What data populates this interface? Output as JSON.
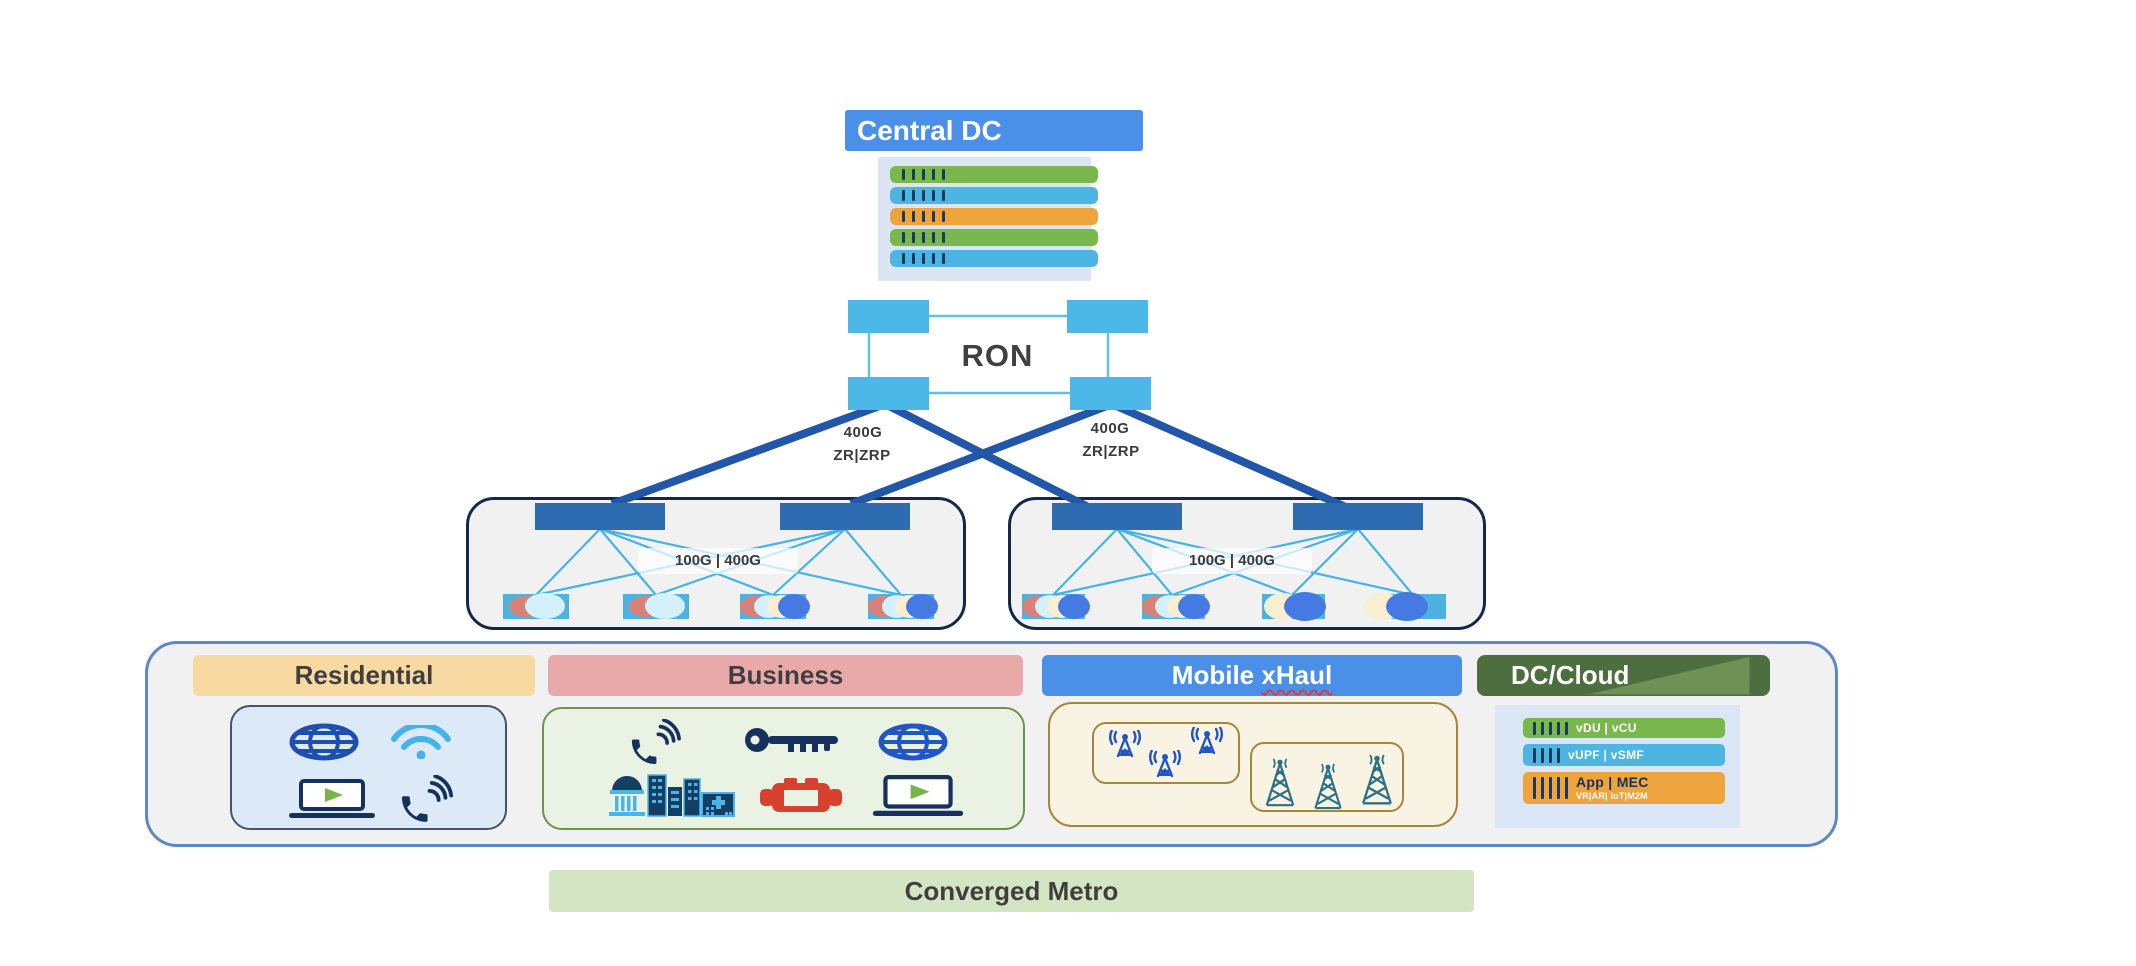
{
  "central_dc": {
    "label": "Central DC"
  },
  "core_server_stack": {
    "row_colors": [
      "green",
      "blue",
      "orange",
      "green",
      "blue"
    ]
  },
  "ron": {
    "label": "RON"
  },
  "dci_links": {
    "left": {
      "speed": "400G",
      "optics": "ZR|ZRP"
    },
    "right": {
      "speed": "400G",
      "optics": "ZR|ZRP"
    }
  },
  "metro_fabrics": {
    "left": {
      "label": "100G | 400G"
    },
    "right": {
      "label": "100G | 400G"
    }
  },
  "segments": {
    "residential": {
      "label": "Residential",
      "icons": [
        "globe-icon",
        "wifi-icon",
        "video-laptop-icon",
        "phone-signal-icon"
      ]
    },
    "business": {
      "label": "Business",
      "icons": [
        "phone-signal-icon",
        "key-icon",
        "globe-icon",
        "city-buildings-icon",
        "connector-icon",
        "video-laptop-icon"
      ]
    },
    "mobile_xhaul": {
      "label": "Mobile xHaul",
      "label_prefix": "Mobile",
      "label_word": "xHaul",
      "icons": [
        "small-cell-antenna-icon",
        "macro-tower-icon"
      ]
    },
    "dc_cloud": {
      "label": "DC/Cloud",
      "bars": [
        {
          "label": "vDU | vCU",
          "color": "green"
        },
        {
          "label": "vUPF | vSMF",
          "color": "blue"
        },
        {
          "label": "App | MEC",
          "sub": "VR|AR| IoT|M2M",
          "color": "orange"
        }
      ]
    }
  },
  "converged_metro": {
    "label": "Converged Metro"
  },
  "colors": {
    "accent_blue": "#4a8fe8",
    "node_light_blue": "#4cb8e8",
    "spine_blue": "#2e6cb2",
    "thick_link_blue": "#2156a8",
    "thin_link_blue": "#5ec1ea",
    "server_green": "#79b84c",
    "server_blue": "#4cb5e2",
    "server_orange": "#efa33d",
    "residential_header": "#f7d9a1",
    "business_header": "#e9a9aa",
    "dc_cloud_green": "#4d6e3f",
    "converged_metro_green": "#d4e5c3"
  }
}
